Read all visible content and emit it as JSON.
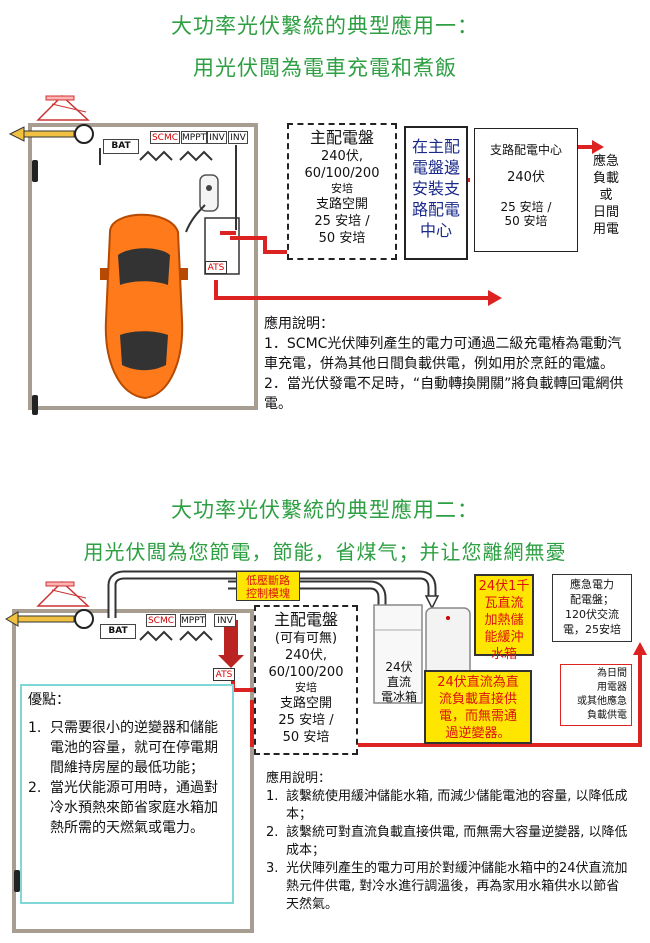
{
  "section1": {
    "title_line1": "大功率光伏繫統的典型應用一：",
    "title_line2": "用光伏闆為電車充電和煮飯",
    "roof_labels": {
      "bat": "BAT",
      "scmc": "SCMC",
      "mppt": "MPPT",
      "inv1": "INV",
      "inv2": "INV"
    },
    "ats": "ATS",
    "main_panel": {
      "title": "主配電盤",
      "lines": [
        "240伏,",
        "60/100/200",
        "安培",
        "支路空開",
        "25 安培 /",
        "50 安培"
      ]
    },
    "sub_panel_label": {
      "lines": [
        "在主配",
        "電盤邊",
        "安裝支",
        "路配電",
        "中心"
      ]
    },
    "branch_center": {
      "title": "支路配電中心",
      "voltage": "240伏",
      "lines": [
        "25 安培 /",
        "50 安培"
      ]
    },
    "loads": {
      "lines": [
        "應急",
        "負載",
        "或",
        "日間",
        "用電"
      ]
    },
    "notes": {
      "heading": "應用說明：",
      "items": [
        "1．SCMC光伏陣列產生的電力可通過二級充電樁為電動汽車充電，併為其他日間負載供電，例如用於烹飪的電爐。",
        "2．當光伏發電不足時，“自動轉換開關”將負載轉回電網供電。"
      ]
    }
  },
  "section2": {
    "title_line1": "大功率光伏繫統的典型應用二：",
    "title_line2": "用光伏闆為您節電，節能，省煤气；并让您離網無憂",
    "roof_labels": {
      "bat": "BAT",
      "scmc": "SCMC",
      "mppt": "MPPT",
      "inv": "INV"
    },
    "ats": "ATS",
    "control_module": [
      "低壓斷路",
      "控制模塊"
    ],
    "main_panel": {
      "title": "主配電盤",
      "lines": [
        "(可有可無)",
        "240伏,",
        "60/100/200",
        "安培",
        "支路空開",
        "25 安培 /",
        "50 安培"
      ]
    },
    "fridge_label": [
      "24伏",
      "直流",
      "電冰箱"
    ],
    "water_heater_label": [
      "24伏1千",
      "瓦直流",
      "加熱儲",
      "能緩沖",
      "水箱"
    ],
    "dc_note": [
      "24伏直流為直",
      "流負載直接供",
      "電，而無需通",
      "過逆變器。"
    ],
    "emergency_panel": [
      "應急電力",
      "配電盤；",
      "120伏交流",
      "電，25安培"
    ],
    "daytime_note": [
      "為日間",
      "用電器",
      "或其他應急",
      "負載供電"
    ],
    "advantages": {
      "heading": "優點：",
      "items": [
        {
          "num": "1.",
          "text": "只需要很小的逆變器和儲能電池的容量，就可在停電期間維持房屋的最低功能；"
        },
        {
          "num": "2.",
          "text": "當光伏能源可用時，通過對冷水預熱來節省家庭水箱加熱所需的天燃氣或電力。"
        }
      ]
    },
    "notes": {
      "heading": "應用說明：",
      "items": [
        {
          "num": "1.",
          "text": "該繫統使用緩沖儲能水箱, 而減少儲能電池的容量, 以降低成本；"
        },
        {
          "num": "2.",
          "text": "該繫統可對直流負載直接供電, 而無需大容量逆變器, 以降低成本；"
        },
        {
          "num": "3.",
          "text": "光伏陣列產生的電力可用於對緩沖儲能水箱中的24伏直流加熱元件供電, 對冷水進行調溫後，再為家用水箱供水以節省天然氣。"
        }
      ]
    }
  }
}
